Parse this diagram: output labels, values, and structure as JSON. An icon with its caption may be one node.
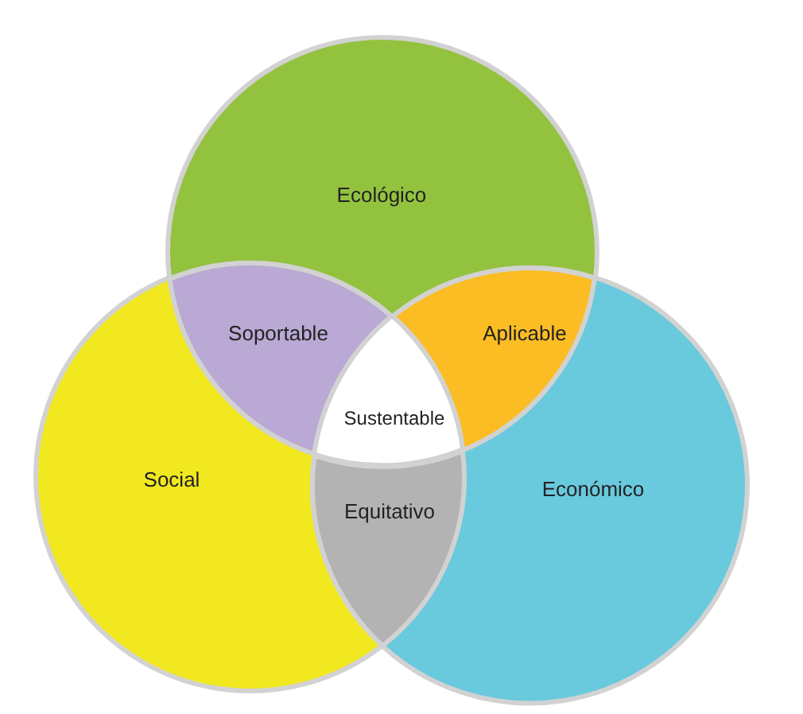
{
  "diagram": {
    "nodes": [
      {
        "text": [
          "Ecológico"
        ]
      },
      {
        "text": [
          "Soportable"
        ]
      },
      {
        "text": [
          "Aplicable"
        ]
      },
      {
        "text": [
          "Sustentable"
        ]
      },
      {
        "text": [
          "Social"
        ]
      },
      {
        "text": [
          "Equitativo"
        ]
      },
      {
        "text": [
          "Económico"
        ]
      }
    ]
  }
}
